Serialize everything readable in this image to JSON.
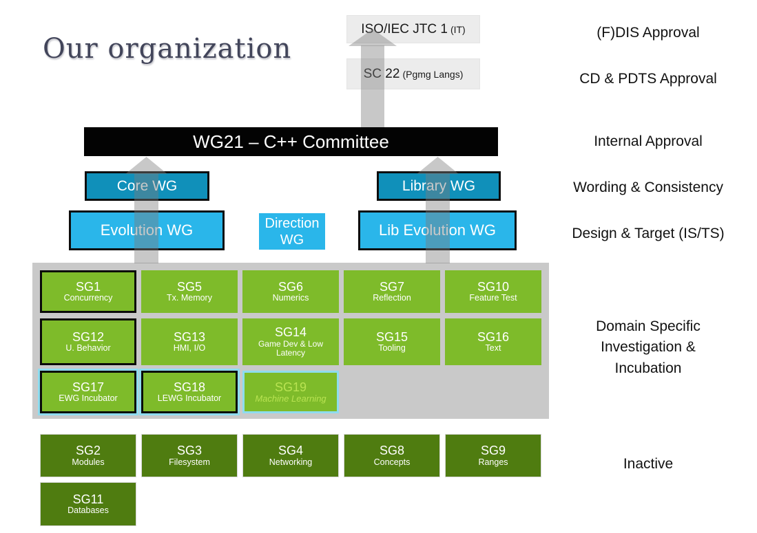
{
  "title": "Our organization",
  "hierarchy": {
    "iso": {
      "name": "ISO/IEC JTC 1",
      "qualifier": "(IT)"
    },
    "sc22": {
      "name": "SC 22",
      "qualifier": "(Pgmg Langs)"
    },
    "committee": "WG21 – C++ Committee",
    "core_wg": "Core WG",
    "library_wg": "Library WG",
    "evolution_wg": "Evolution WG",
    "direction_wg": "Direction WG",
    "lib_evolution_wg": "Lib Evolution WG"
  },
  "study_groups": {
    "active": [
      {
        "id": "SG1",
        "name": "Concurrency"
      },
      {
        "id": "SG5",
        "name": "Tx. Memory"
      },
      {
        "id": "SG6",
        "name": "Numerics"
      },
      {
        "id": "SG7",
        "name": "Reflection"
      },
      {
        "id": "SG10",
        "name": "Feature Test"
      },
      {
        "id": "SG12",
        "name": "U. Behavior"
      },
      {
        "id": "SG13",
        "name": "HMI, I/O"
      },
      {
        "id": "SG14",
        "name": "Game Dev & Low Latency"
      },
      {
        "id": "SG15",
        "name": "Tooling"
      },
      {
        "id": "SG16",
        "name": "Text"
      },
      {
        "id": "SG17",
        "name": "EWG Incubator"
      },
      {
        "id": "SG18",
        "name": "LEWG Incubator"
      },
      {
        "id": "SG19",
        "name": "Machine Learning"
      }
    ],
    "inactive": [
      {
        "id": "SG2",
        "name": "Modules"
      },
      {
        "id": "SG3",
        "name": "Filesystem"
      },
      {
        "id": "SG4",
        "name": "Networking"
      },
      {
        "id": "SG8",
        "name": "Concepts"
      },
      {
        "id": "SG9",
        "name": "Ranges"
      },
      {
        "id": "SG11",
        "name": "Databases"
      }
    ]
  },
  "stage_labels": [
    "(F)DIS Approval",
    "CD & PDTS Approval",
    "Internal Approval",
    "Wording & Consistency",
    "Design & Target (IS/TS)",
    "Domain Specific Investigation & Incubation",
    "Inactive"
  ],
  "colors": {
    "cyan": "#2AB6EA",
    "teal": "#1090BA",
    "green": "#7EBB2A",
    "dark_green": "#4F7C10",
    "panel_gray": "#C9C9C9",
    "bar_black": "#030303",
    "highlight_cyan": "#8EDCEF",
    "sg19_text": "#B9E352"
  }
}
